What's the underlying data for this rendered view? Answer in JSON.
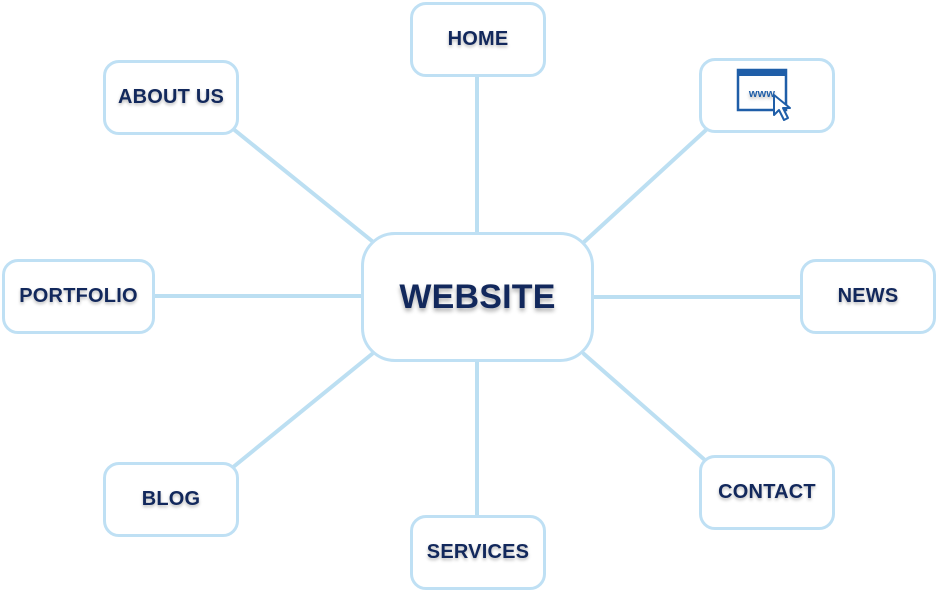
{
  "diagram": {
    "center": {
      "label": "WEBSITE"
    },
    "nodes": {
      "home": {
        "label": "HOME"
      },
      "about": {
        "label": "ABOUT US"
      },
      "www": {
        "icon": "www-browser-icon",
        "label": "www"
      },
      "portfolio": {
        "label": "PORTFOLIO"
      },
      "news": {
        "label": "NEWS"
      },
      "blog": {
        "label": "BLOG"
      },
      "services": {
        "label": "SERVICES"
      },
      "contact": {
        "label": "CONTACT"
      }
    },
    "colors": {
      "text": "#12285c",
      "border": "#bfe0f4",
      "connector": "#bcdff2",
      "icon": "#1f5ea8"
    }
  }
}
